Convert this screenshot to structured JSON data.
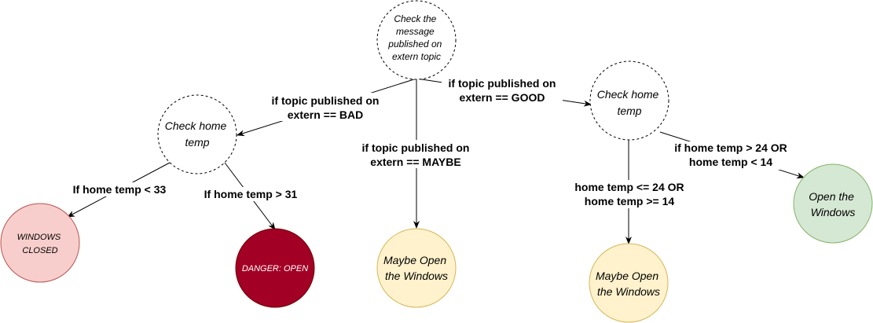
{
  "colors": {
    "decision_stroke": "#000000",
    "red_light_fill": "#f8cecc",
    "red_light_stroke": "#b85450",
    "dark_red_fill": "#a20025",
    "dark_red_stroke": "#6f0000",
    "yellow_fill": "#fff2cc",
    "yellow_stroke": "#d6b656",
    "green_fill": "#d5e8d4",
    "green_stroke": "#82b366"
  },
  "nodes": {
    "root": [
      "Check the",
      "message",
      "published on",
      "extern topic"
    ],
    "check_left": [
      "Check home",
      "temp"
    ],
    "check_right": [
      "Check home",
      "temp"
    ],
    "windows_closed": [
      "WINDOWS",
      "CLOSED"
    ],
    "danger_open": [
      "DANGER: OPEN"
    ],
    "maybe_center": [
      "Maybe Open",
      "the Windows"
    ],
    "maybe_right": [
      "Maybe Open",
      "the Windows"
    ],
    "open_windows": [
      "Open the",
      "Windows"
    ]
  },
  "edges": {
    "bad": [
      "if topic published on",
      "extern == BAD"
    ],
    "maybe": [
      "if topic published on",
      "extern == MAYBE"
    ],
    "good": [
      "if topic published on",
      "extern == GOOD"
    ],
    "lt33": [
      "If home temp < 33"
    ],
    "gt31": [
      "If home temp > 31"
    ],
    "range": [
      "home temp <= 24 OR",
      "home temp >= 14"
    ],
    "outside": [
      "if home temp > 24 OR",
      "home temp < 14"
    ]
  }
}
